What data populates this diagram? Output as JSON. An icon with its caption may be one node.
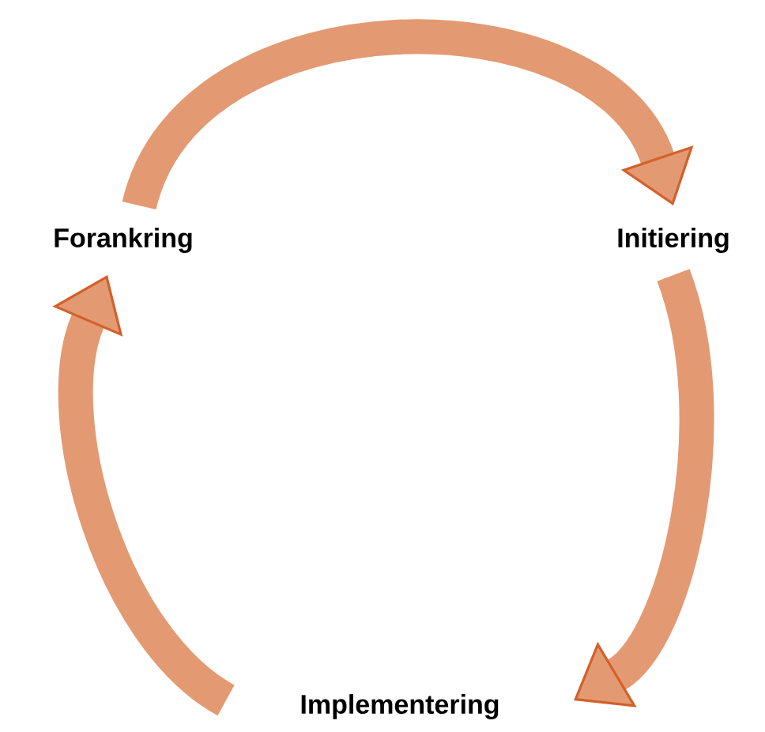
{
  "diagram": {
    "nodes": [
      {
        "text": [
          "Forankring"
        ]
      },
      {
        "text": [
          "Initiering"
        ]
      },
      {
        "text": [
          "Implementering"
        ]
      }
    ],
    "edges": [
      {
        "from": 0,
        "to": 1,
        "arrow": "to"
      },
      {
        "from": 1,
        "to": 2,
        "arrow": "to"
      },
      {
        "from": 2,
        "to": 0,
        "arrow": "to"
      }
    ]
  }
}
